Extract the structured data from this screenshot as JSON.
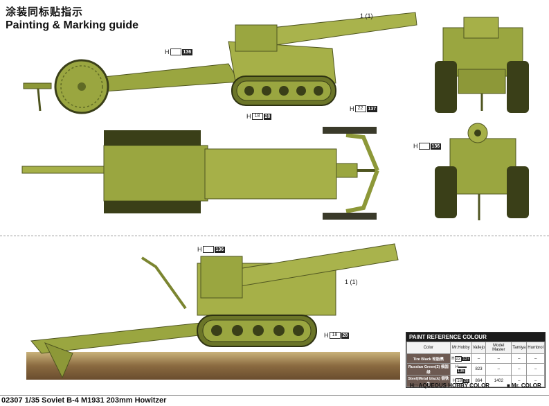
{
  "header": {
    "title_cn": "涂装同标贴指示",
    "title_en": "Painting & Marking guide"
  },
  "callouts": {
    "h136": {
      "prefix": "H",
      "num": "136"
    },
    "h28": {
      "prefix": "H",
      "box": "18",
      "num": "28"
    },
    "h137": {
      "prefix": "H",
      "box": "22",
      "num": "137"
    },
    "h136b": {
      "prefix": "H",
      "num": "136"
    },
    "h136c": {
      "prefix": "H",
      "num": "136"
    },
    "h28b": {
      "prefix": "H",
      "box": "18",
      "num": "28"
    },
    "ref_top": "1 (1)",
    "ref_bottom": "1 (1)"
  },
  "paint_table": {
    "title": "PAINT  REFERENCE COLOUR",
    "columns": [
      "Color",
      "Mr.Hobby",
      "Vallejo",
      "Model Master",
      "Tamiya",
      "Humbrol"
    ],
    "rows": [
      {
        "color": "Tire Black 轮胎黑",
        "hobby_box": "22",
        "hobby_num": "137",
        "vallejo": "–",
        "model_master": "–",
        "tamiya": "–",
        "humbrol": "–"
      },
      {
        "color": "Russian Green(2) 俄国绿",
        "hobby_box": "",
        "hobby_num": "136",
        "vallejo": "823",
        "model_master": "–",
        "tamiya": "–",
        "humbrol": "–"
      },
      {
        "color": "Steel(Metal black) 钢铁色",
        "hobby_box": "18",
        "hobby_num": "28",
        "vallejo": "864",
        "model_master": "1402",
        "tamiya": "–",
        "humbrol": "–"
      }
    ]
  },
  "legend": {
    "aqueous": "H□  AQUEOUS HOBBY COLOR",
    "mr": "■  Mr. COLOR"
  },
  "footer": {
    "text": "02307 1/35  Soviet B-4 M1931 203mm Howitzer"
  },
  "colors": {
    "olive": "#9aa640",
    "olive_dark": "#6b7528",
    "olive_light": "#b9c25c",
    "track": "#3a3a2a",
    "ground": "#7a5b3a"
  }
}
